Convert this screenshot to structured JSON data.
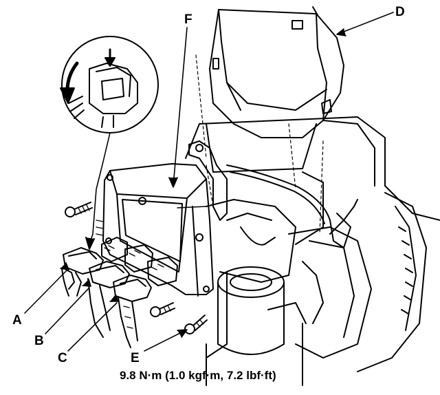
{
  "callouts": {
    "a": "A",
    "b": "B",
    "c": "C",
    "d": "D",
    "e": "E",
    "f": "F"
  },
  "torque_spec": "9.8 N·m (1.0 kgf·m, 7.2 lbf·ft)",
  "colors": {
    "ink": "#000000",
    "paper": "#ffffff"
  }
}
